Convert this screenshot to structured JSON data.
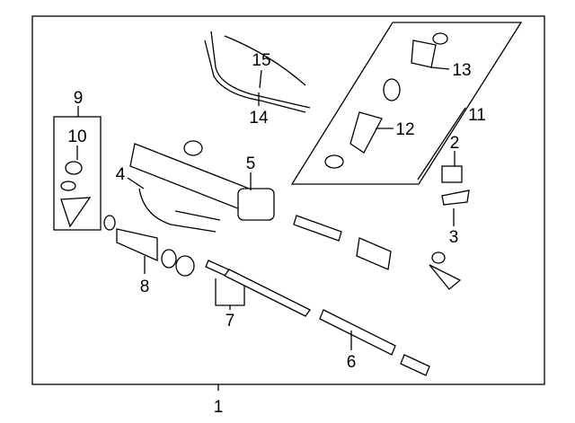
{
  "diagram": {
    "title": "Steering gear & linkage parts diagram",
    "callouts": [
      {
        "id": "1",
        "label": "1"
      },
      {
        "id": "2",
        "label": "2"
      },
      {
        "id": "3",
        "label": "3"
      },
      {
        "id": "4",
        "label": "4"
      },
      {
        "id": "5",
        "label": "5"
      },
      {
        "id": "6",
        "label": "6"
      },
      {
        "id": "7",
        "label": "7"
      },
      {
        "id": "8",
        "label": "8"
      },
      {
        "id": "9",
        "label": "9"
      },
      {
        "id": "10",
        "label": "10"
      },
      {
        "id": "11",
        "label": "11"
      },
      {
        "id": "12",
        "label": "12"
      },
      {
        "id": "13",
        "label": "13"
      },
      {
        "id": "14",
        "label": "14"
      },
      {
        "id": "15",
        "label": "15"
      }
    ]
  }
}
